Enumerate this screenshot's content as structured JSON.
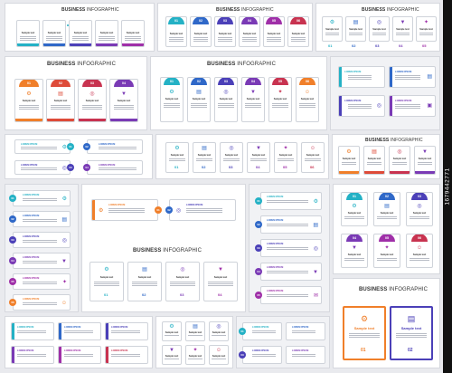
{
  "texts": {
    "business": "BUSINESS",
    "infographic": "INFOGRAPHIC",
    "sample_text": "Sample text",
    "lorem": "LOREM IPSUM",
    "num_01": "01",
    "num_02": "02",
    "num_03": "03",
    "num_04": "04",
    "num_05": "05",
    "num_06": "06",
    "stock_id": "1679442771"
  },
  "colors": {
    "teal": "#24b1c5",
    "blue": "#2f68c8",
    "indigo": "#4b40b8",
    "purple": "#7a3ab5",
    "violet": "#9f2fa8",
    "orange": "#f07f2a",
    "red": "#de4b39",
    "crimson": "#c83350",
    "ochre": "#e8961f",
    "background": "#e9eaee"
  }
}
